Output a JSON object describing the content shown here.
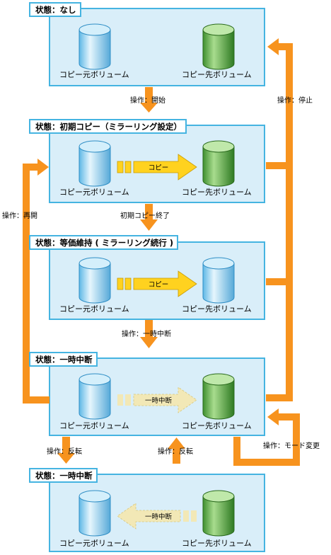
{
  "states": [
    {
      "title": "状態：なし",
      "source": "コピー元ボリューム",
      "target": "コピー先ボリューム"
    },
    {
      "title": "状態：初期コピー（ミラーリング設定）",
      "source": "コピー元ボリューム",
      "target": "コピー先ボリューム",
      "arrow": "コピー"
    },
    {
      "title": "状態：等価維持 ( ミラーリング続行 )",
      "source": "コピー元ボリューム",
      "target": "コピー先ボリューム",
      "arrow": "コピー"
    },
    {
      "title": "状態：一時中断",
      "source": "コピー元ボリューム",
      "target": "コピー先ボリューム",
      "arrow": "一時中断"
    },
    {
      "title": "状態：一時中断",
      "source": "コピー元ボリューム",
      "target": "コピー先ボリューム",
      "arrow": "一時中断"
    }
  ],
  "transitions": {
    "start": "操作：開始",
    "initial_copy_done": "初期コピー終了",
    "suspend": "操作：一時中断",
    "reverse_down": "操作：反転",
    "reverse_up": "操作：反転",
    "stop": "操作：停止",
    "resume": "操作：再開",
    "mode_change": "操作：モード変更"
  },
  "colors": {
    "box_fill": "#d9eef9",
    "box_border": "#45b4e1",
    "flow_arrow": "#f7931e",
    "copy_arrow": "#ffd21f",
    "suspended_arrow": "#f2e8b6",
    "source_volume": "blue-cylinder",
    "target_volume": "green-cylinder"
  }
}
